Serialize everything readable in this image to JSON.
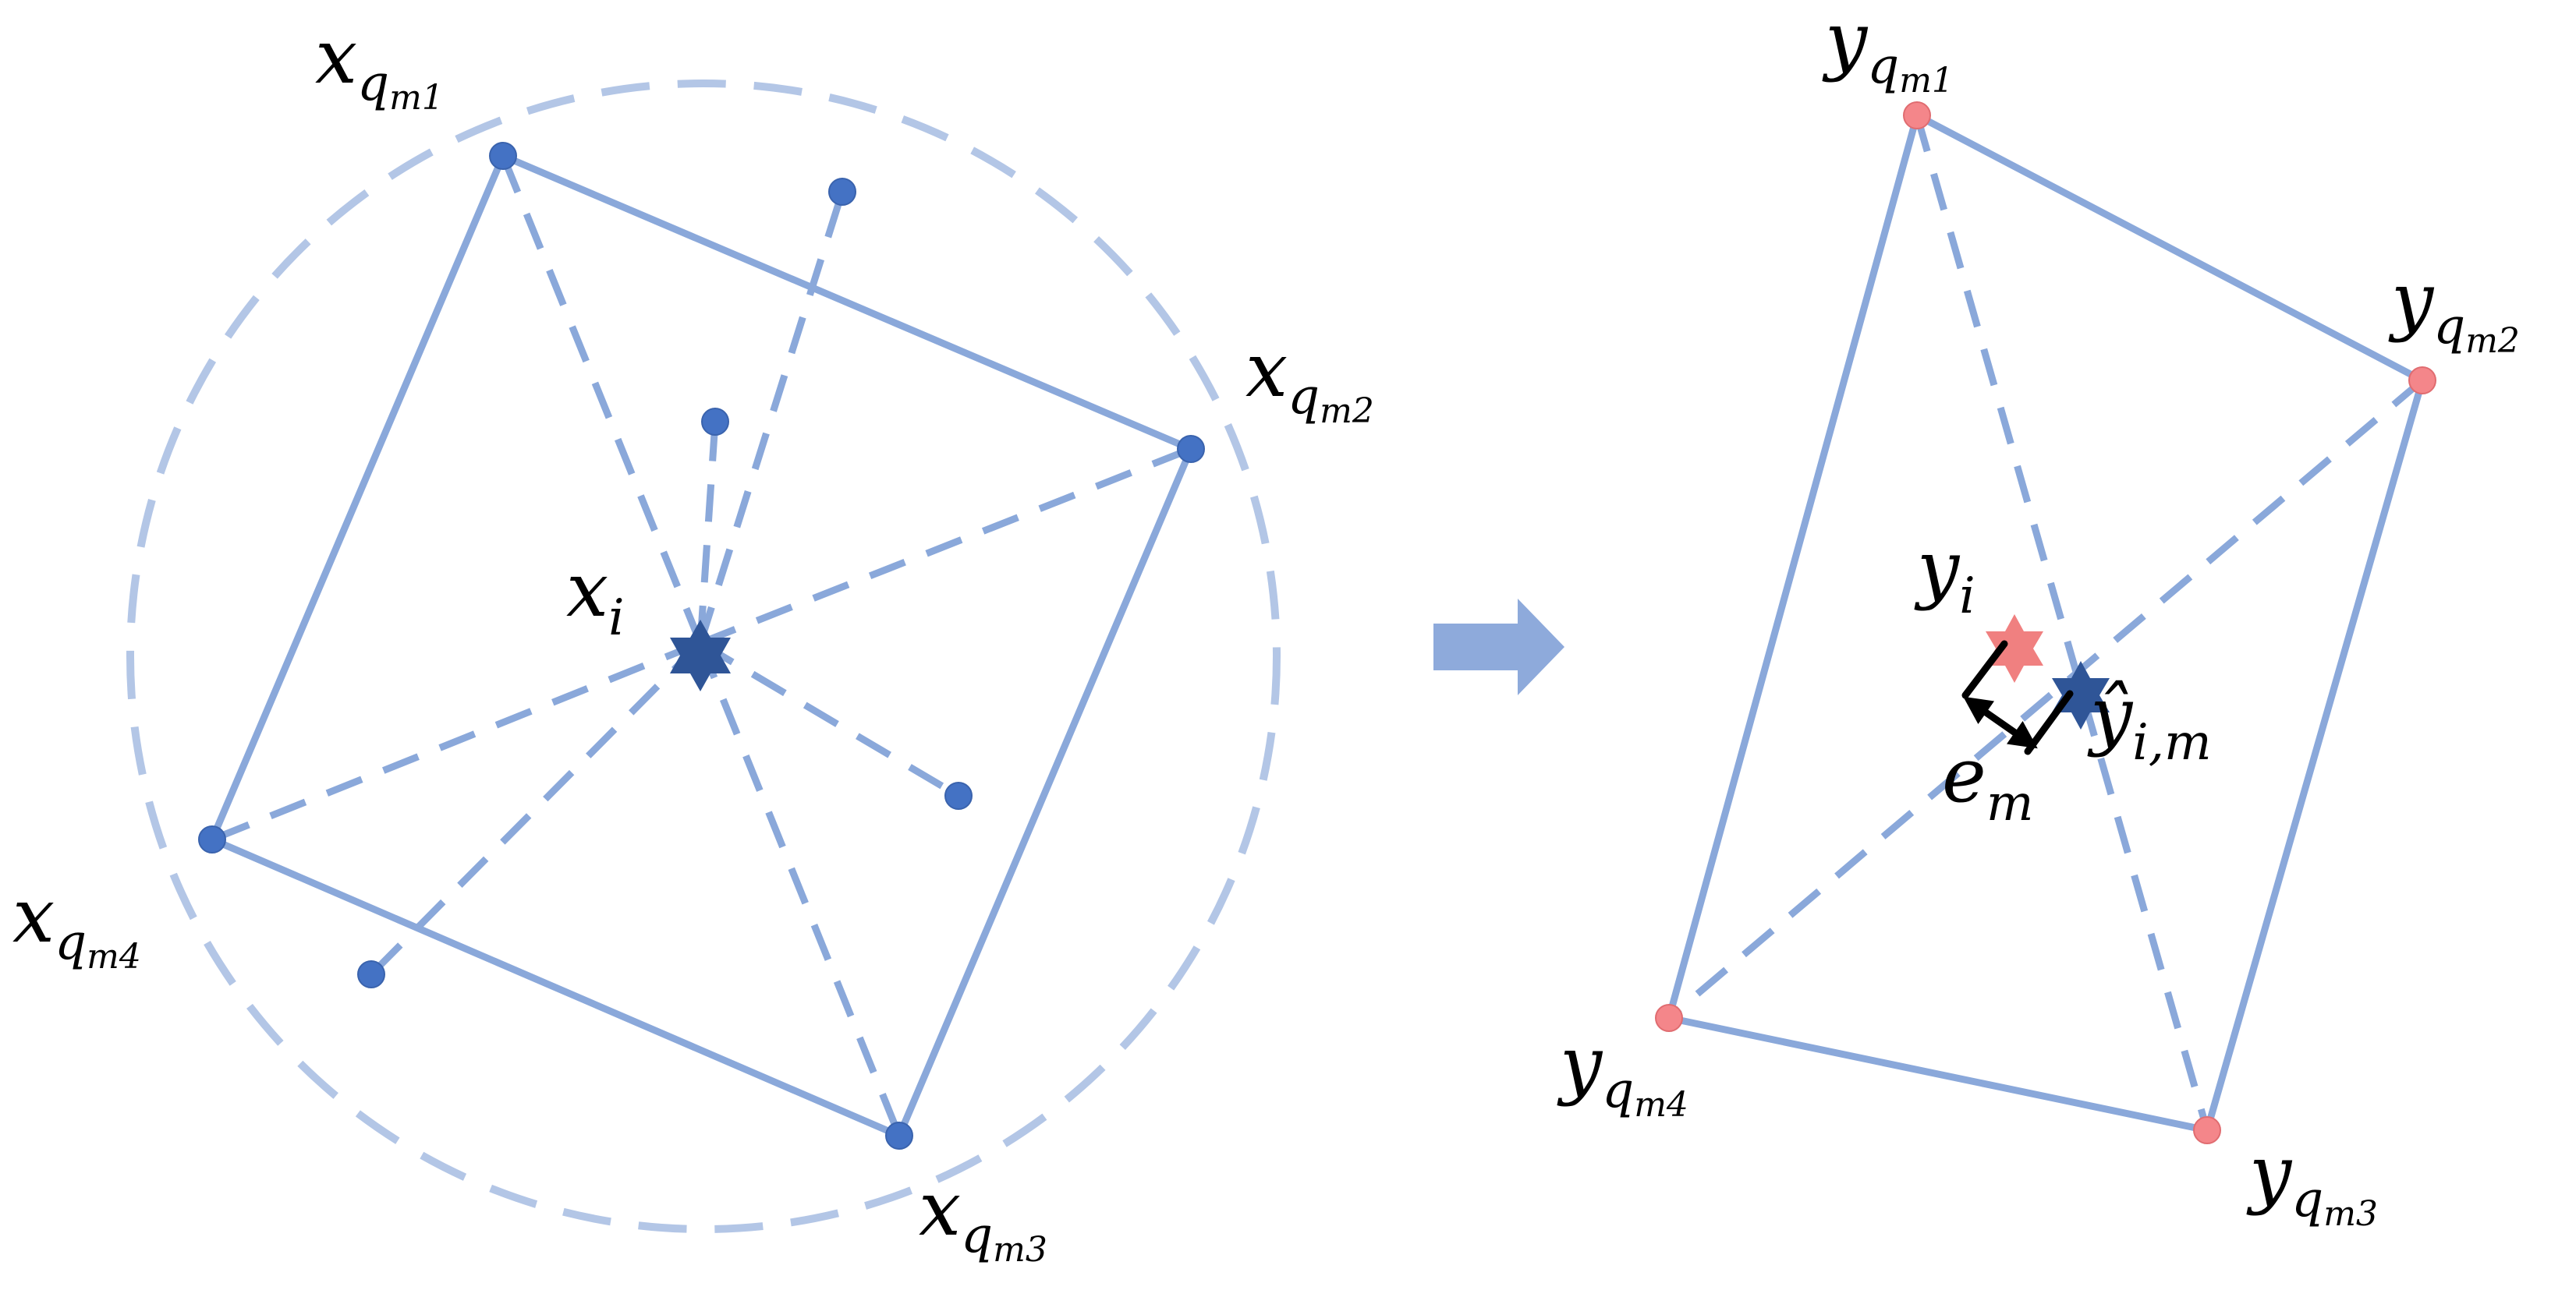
{
  "colors": {
    "line": "#8aa8da",
    "circle": "#b3c6e6",
    "point_blue": "#4472c4",
    "star_blue": "#2f5597",
    "point_red": "#f4868a",
    "star_red": "#f08080",
    "arrow": "#8eaadb",
    "text": "#000000"
  },
  "left": {
    "x_q_m1": {
      "base": "x",
      "sub": "q",
      "subsub": "m1"
    },
    "x_q_m2": {
      "base": "x",
      "sub": "q",
      "subsub": "m2"
    },
    "x_q_m3": {
      "base": "x",
      "sub": "q",
      "subsub": "m3"
    },
    "x_q_m4": {
      "base": "x",
      "sub": "q",
      "subsub": "m4"
    },
    "x_i": {
      "base": "x",
      "sub": "i"
    }
  },
  "right": {
    "y_q_m1": {
      "base": "y",
      "sub": "q",
      "subsub": "m1"
    },
    "y_q_m2": {
      "base": "y",
      "sub": "q",
      "subsub": "m2"
    },
    "y_q_m3": {
      "base": "y",
      "sub": "q",
      "subsub": "m3"
    },
    "y_q_m4": {
      "base": "y",
      "sub": "q",
      "subsub": "m4"
    },
    "y_i": {
      "base": "y",
      "sub": "i"
    },
    "y_hat": {
      "base": "ŷ",
      "sub": "i,m"
    },
    "e_m": {
      "base": "e",
      "sub": "m"
    }
  }
}
